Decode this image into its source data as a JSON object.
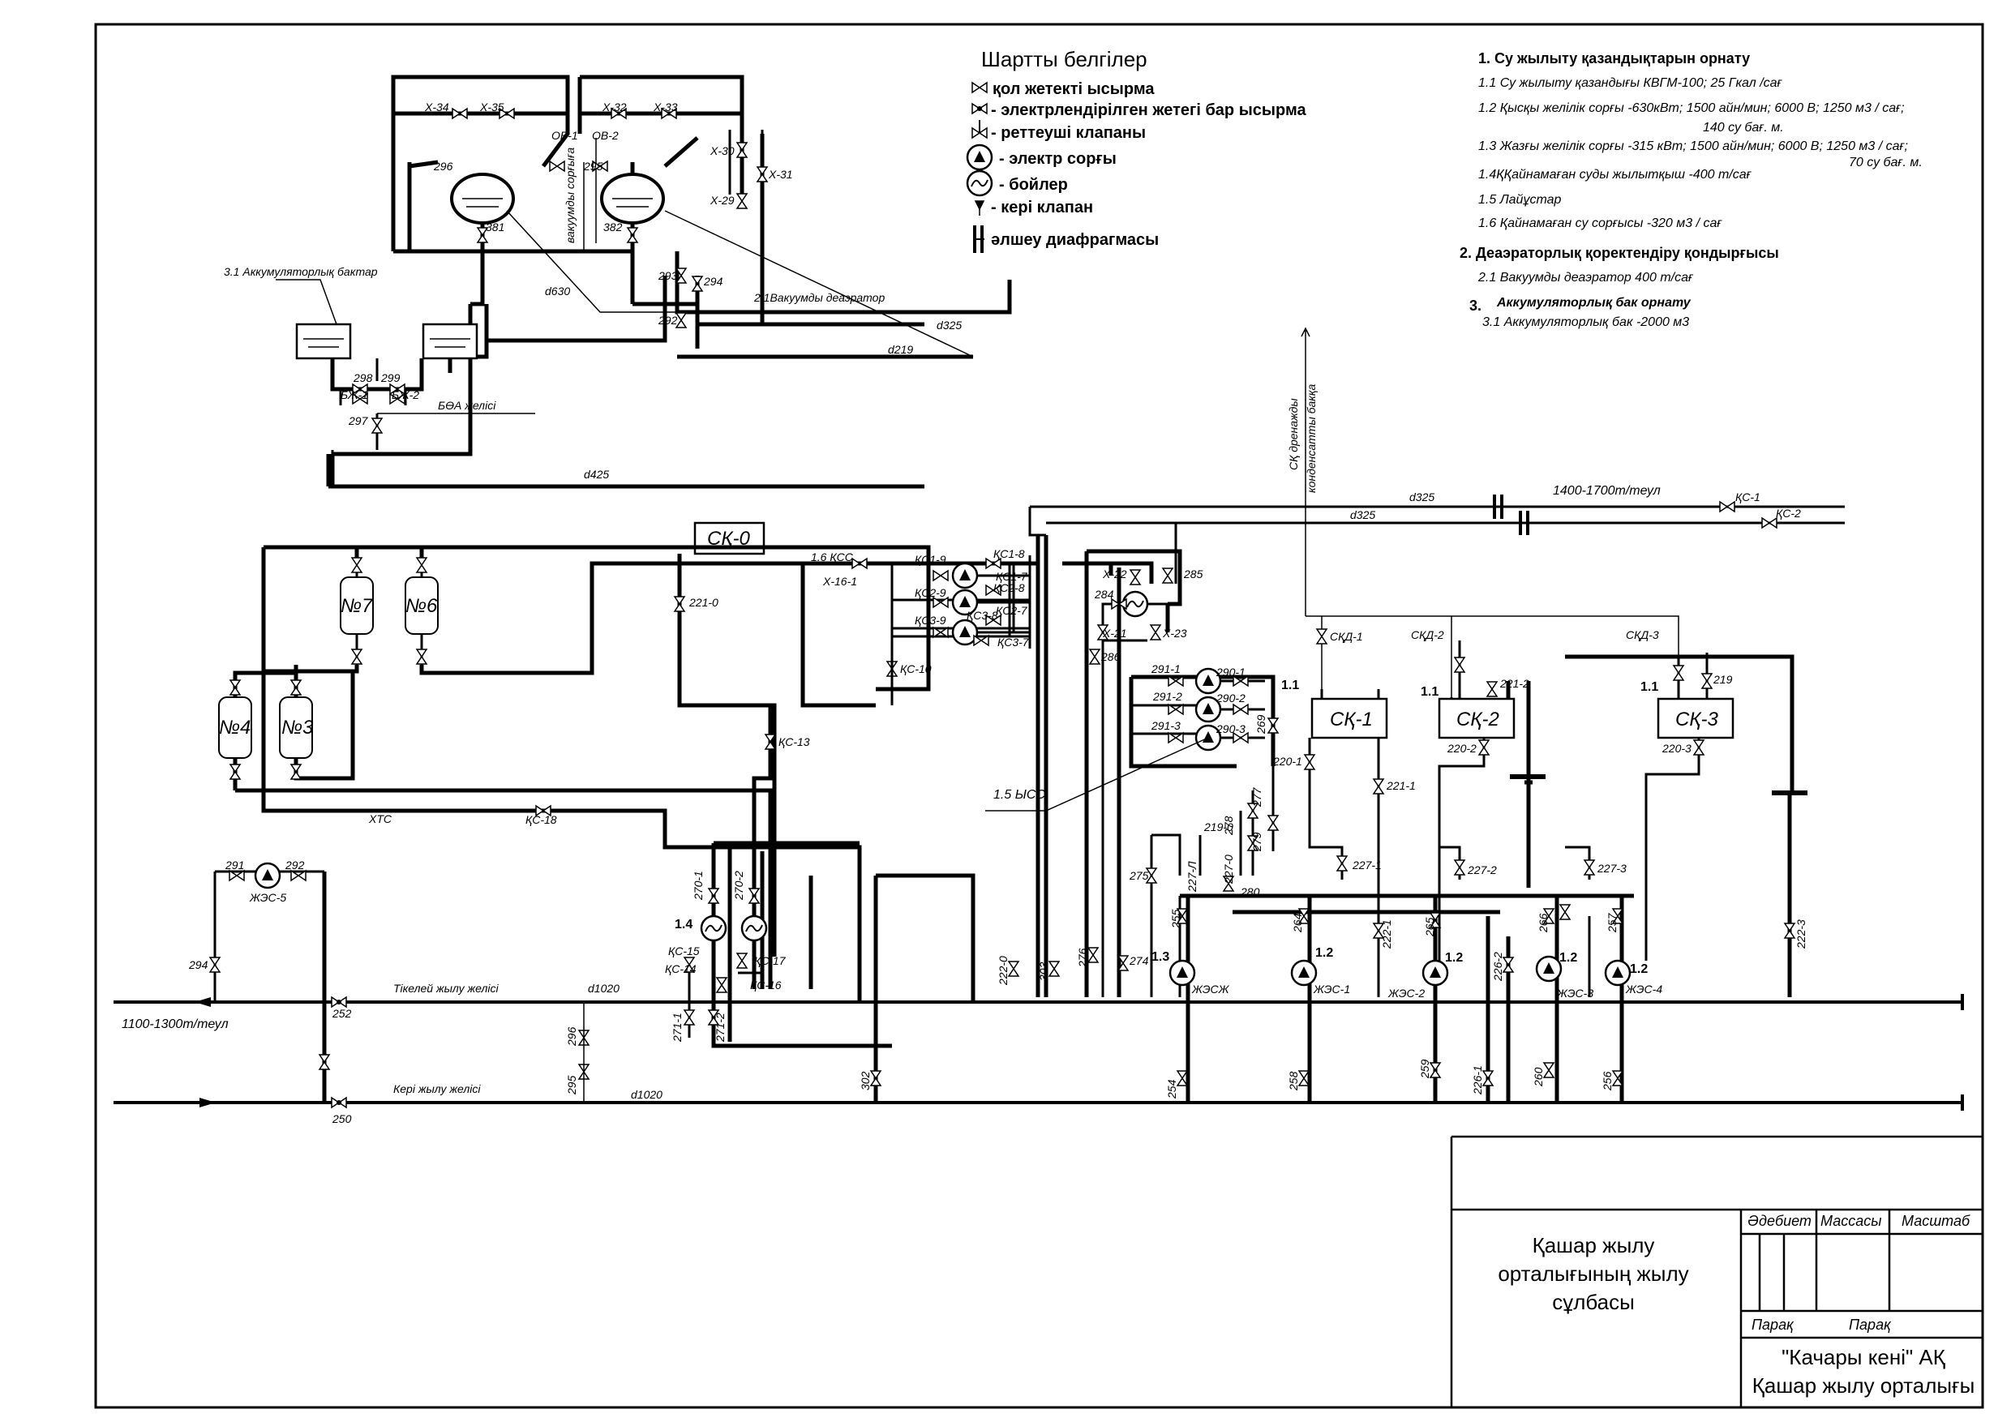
{
  "legend": {
    "title": "Шартты белгілер",
    "items": [
      "қол жетекті ысырма",
      "- электрлендірілген жетегі бар ысырма",
      "- реттеуші клапаны",
      "- электр сорғы",
      "- бойлер",
      "- кері клапан",
      "әлшеу диафрагмасы"
    ]
  },
  "notes": {
    "h1": "1. Су жылыту қазандықтарын орнату",
    "n1_1": "1.1 Су жылыту қазандығы КВГМ-100; 25 Гкал /сағ",
    "n1_2a": "1.2 Қысқы желілік сорғы  -630кВт; 1500 айн/мин; 6000 В; 1250 м3 / сағ;",
    "n1_2b": "140 су бағ. м.",
    "n1_3a": "1.3 Жазғы желілік сорғы  -315 кВт; 1500  айн/мин; 6000 В; 1250 м3 / сағ;",
    "n1_3b": "70 су бағ. м.",
    "n1_4": "1.4ҚҚайнамаған суды жылытқыш -400 т/сағ",
    "n1_5": "1.5 Лайұстар",
    "n1_6": "1.6 Қайнамаған су сорғысы -320 м3 / сағ",
    "h2": "2. Деаэраторлық қоректендіру қондырғысы",
    "n2_1": "2.1 Вакуумды  деаэратор 400 т/сағ",
    "h3num": "3.",
    "h3": "Аккумуляторлық бак орнату",
    "n3_1": "3.1 Аккумуляторлық бак -2000 м3"
  },
  "labels": {
    "acc_tanks": "3.1 Аккумуляторлық бактар",
    "vac_deaerator": "2.1Вакуумды  деаэратор",
    "vac_pump_line": "вакуумды сорғыға",
    "bova": "БӨА желісі",
    "drain": "СҚ дренажды",
    "drain2": "конденсатты бакқа",
    "flow_right": "1400-1700т/теул",
    "flow_left": "1100-1300т/теул",
    "direct_line": "Тікелей жылу желісі",
    "return_line": "Кері жылу желісі",
    "d630": "d630",
    "d325": "d325",
    "d219": "d219",
    "d425": "d425",
    "d1020": "d1020",
    "sk0": "СҚ-0",
    "sk1": "СҚ-1",
    "sk2": "СҚ-2",
    "sk3": "СҚ-3",
    "n7": "№7",
    "n6": "№6",
    "n4": "№4",
    "n3": "№3",
    "xtc": "ХТС",
    "kc18": "ҚС-18",
    "kc13": "ҚС-13",
    "kc10": "ҚС-10",
    "v221_0": "221-0",
    "kss16": "1.6 ҚСС",
    "x16_1": "Х-16-1",
    "uss15": "1.5 ЫСС",
    "zhes5": "ЖЭС-5",
    "zhesz": "ЖЭСЖ",
    "zhes1": "ЖЭС-1",
    "zhes2": "ЖЭС-2",
    "zhes3": "ЖЭС-3",
    "zhes4": "ЖЭС-4",
    "x34": "Х-34",
    "x35": "Х-35",
    "x32": "Х-32",
    "x33": "Х-33",
    "x30": "Х-30",
    "x31": "Х-31",
    "x29": "Х-29",
    "ov1": "ОВ-1",
    "ov2": "ОВ-2",
    "v381": "381",
    "v382": "382",
    "v296": "296",
    "v295": "295",
    "v293": "293",
    "v294": "294",
    "v292": "292",
    "v298": "298",
    "v299": "299",
    "bzh1": "БЖ-1",
    "bzh2": "БЖ-2",
    "v297": "297",
    "kc1": "ҚС-1",
    "kc2": "ҚС-2",
    "skd1": "СҚД-1",
    "skd2": "СҚД-2",
    "skd3": "СҚД-3",
    "one_one": "1.1",
    "one_two": "1.2",
    "one_three": "1.3",
    "one_four": "1.4",
    "v219": "219",
    "v221_2": "221-2",
    "v220_1": "220-1",
    "v220_2": "220-2",
    "v220_3": "220-3",
    "v221_1": "221-1",
    "v227_1": "227-1",
    "v227_2": "227-2",
    "v227_3": "227-3",
    "v222_1": "222-1",
    "v222_3": "222-3",
    "v252": "252",
    "v250": "250",
    "v291": "291",
    "v292b": "292",
    "v294b": "294",
    "v296b": "296",
    "v295b": "295",
    "v302": "302",
    "v303": "303",
    "v276": "276",
    "v274": "274",
    "v275": "275",
    "v222_0": "222-0",
    "v254": "254",
    "v255": "255",
    "v258": "258",
    "v264": "264",
    "v259": "259",
    "v265": "265",
    "v260": "260",
    "v266": "266",
    "v256": "256",
    "v257": "257",
    "v226_1": "226-1",
    "v226_2": "226-2",
    "v280": "280",
    "v286": "286",
    "v285": "285",
    "v284": "284",
    "x22": "Х-22",
    "x21": "Х-21",
    "x23": "Х-23",
    "v269": "269",
    "v291_1": "291-1",
    "v291_2": "291-2",
    "v291_3": "291-3",
    "v290_1": "290-1",
    "v290_2": "290-2",
    "v290_3": "290-3",
    "v271_1": "271-1",
    "v271_2": "271-2",
    "v270_1": "270-1",
    "v270_2": "270-2",
    "kc15": "ҚС-15",
    "kc14": "ҚС-14",
    "kc16": "ҚС-16",
    "kc17": "ҚС-17",
    "kc1_8": "ҚС1-8",
    "kc1_9": "ҚС1-9",
    "kc2_8": "ҚС2-8",
    "kc2_9": "ҚС2-9",
    "kc3_8": "ҚС3-8",
    "kc3_9": "ҚС3-9",
    "kc1_7": "ҚС1-7",
    "kc2_7": "ҚС2-7",
    "kc3_7": "ҚС3-7",
    "v219_0": "219-0",
    "v278": "278",
    "v277": "277",
    "v279": "279",
    "v227_n": "227-Л",
    "v227_0": "227-0"
  },
  "title_block": {
    "col_edebiet": "Әдебиет",
    "col_massasy": "Массасы",
    "col_masshtab": "Масштаб",
    "title_l1": "Қашар жылу",
    "title_l2": "орталығының жылу",
    "title_l3": "сұлбасы",
    "parak1": "Парақ",
    "parak2": "Парақ",
    "org_l1": "\"Качары кені\" АҚ",
    "org_l2": "Қашар жылу орталығы"
  }
}
